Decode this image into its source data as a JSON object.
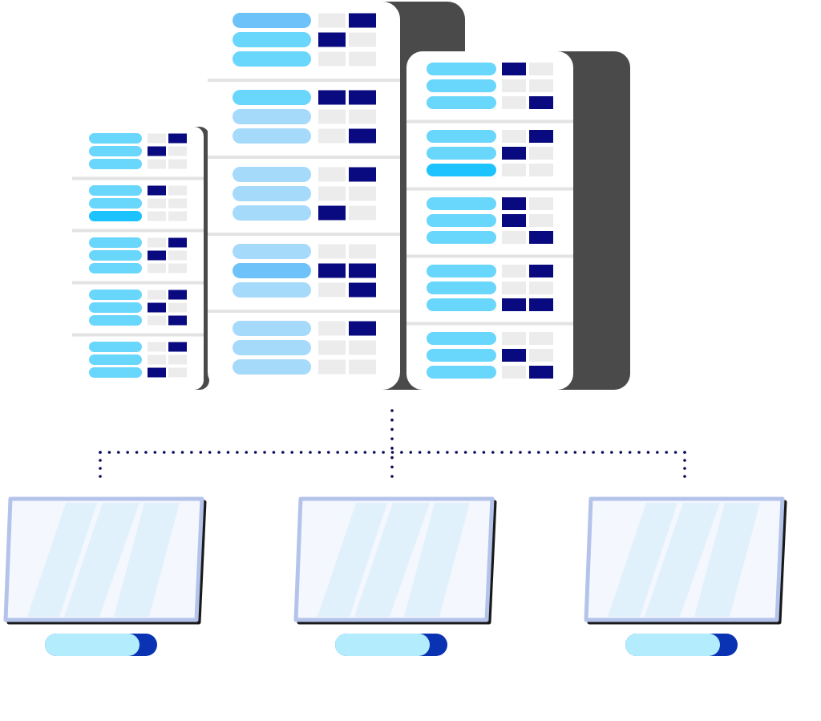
{
  "diagram": {
    "type": "server-to-clients",
    "colors": {
      "background": "#ffffff",
      "server_shadow": "#4a4a4a",
      "server_panel": "#ffffff",
      "divider": "#e3e3e3",
      "block_dark": "#0a0a80",
      "block_light": "#ececec",
      "pill_bright": "#1dc3ff",
      "pill_cyan": "#69d6fb",
      "pill_sky": "#6dc3f9",
      "pill_pale": "#a6dafb",
      "connector": "#0a0a5a",
      "monitor_frame": "#b3c3ea",
      "monitor_shadow": "#1a1a1a",
      "monitor_screen": "#f4f7fd",
      "monitor_stripe": "#e1f1fb",
      "stand_pill": "#b3ecfd",
      "stand_cap": "#0a33b3"
    },
    "servers": [
      {
        "name": "server-left",
        "icon": "server-rack-icon",
        "units": [
          {
            "pills": [
              "cyan",
              "cyan",
              "cyan"
            ],
            "grid": [
              [
                0,
                1
              ],
              [
                1,
                0
              ],
              [
                0,
                0
              ]
            ]
          },
          {
            "pills": [
              "cyan",
              "cyan",
              "bright"
            ],
            "grid": [
              [
                1,
                0
              ],
              [
                0,
                0
              ],
              [
                0,
                0
              ]
            ]
          },
          {
            "pills": [
              "cyan",
              "cyan",
              "cyan"
            ],
            "grid": [
              [
                0,
                1
              ],
              [
                1,
                0
              ],
              [
                0,
                0
              ]
            ]
          },
          {
            "pills": [
              "cyan",
              "cyan",
              "cyan"
            ],
            "grid": [
              [
                0,
                1
              ],
              [
                1,
                0
              ],
              [
                0,
                1
              ]
            ]
          },
          {
            "pills": [
              "cyan",
              "cyan",
              "cyan"
            ],
            "grid": [
              [
                0,
                1
              ],
              [
                0,
                0
              ],
              [
                1,
                0
              ]
            ]
          }
        ]
      },
      {
        "name": "server-middle",
        "icon": "server-rack-icon",
        "units": [
          {
            "pills": [
              "sky",
              "cyan",
              "cyan"
            ],
            "grid": [
              [
                0,
                1
              ],
              [
                1,
                0
              ],
              [
                0,
                0
              ]
            ]
          },
          {
            "pills": [
              "cyan",
              "pale",
              "pale"
            ],
            "grid": [
              [
                1,
                1
              ],
              [
                0,
                0
              ],
              [
                0,
                1
              ]
            ]
          },
          {
            "pills": [
              "pale",
              "pale",
              "pale"
            ],
            "grid": [
              [
                0,
                1
              ],
              [
                0,
                0
              ],
              [
                1,
                0
              ]
            ]
          },
          {
            "pills": [
              "pale",
              "sky",
              "pale"
            ],
            "grid": [
              [
                0,
                0
              ],
              [
                1,
                1
              ],
              [
                0,
                1
              ]
            ]
          },
          {
            "pills": [
              "pale",
              "pale",
              "pale"
            ],
            "grid": [
              [
                0,
                1
              ],
              [
                0,
                0
              ],
              [
                0,
                0
              ]
            ]
          }
        ]
      },
      {
        "name": "server-right",
        "icon": "server-rack-icon",
        "units": [
          {
            "pills": [
              "cyan",
              "cyan",
              "cyan"
            ],
            "grid": [
              [
                1,
                0
              ],
              [
                0,
                0
              ],
              [
                0,
                1
              ]
            ]
          },
          {
            "pills": [
              "cyan",
              "cyan",
              "bright"
            ],
            "grid": [
              [
                0,
                1
              ],
              [
                1,
                0
              ],
              [
                0,
                0
              ]
            ]
          },
          {
            "pills": [
              "cyan",
              "cyan",
              "cyan"
            ],
            "grid": [
              [
                1,
                0
              ],
              [
                1,
                0
              ],
              [
                0,
                1
              ]
            ]
          },
          {
            "pills": [
              "cyan",
              "cyan",
              "cyan"
            ],
            "grid": [
              [
                0,
                1
              ],
              [
                0,
                0
              ],
              [
                1,
                1
              ]
            ]
          },
          {
            "pills": [
              "cyan",
              "cyan",
              "cyan"
            ],
            "grid": [
              [
                0,
                0
              ],
              [
                1,
                0
              ],
              [
                0,
                1
              ]
            ]
          }
        ]
      }
    ],
    "clients": [
      {
        "name": "client-monitor-left",
        "icon": "monitor-icon"
      },
      {
        "name": "client-monitor-center",
        "icon": "monitor-icon"
      },
      {
        "name": "client-monitor-right",
        "icon": "monitor-icon"
      }
    ],
    "connector": {
      "style": "dotted",
      "icon": "network-connector-icon"
    }
  }
}
